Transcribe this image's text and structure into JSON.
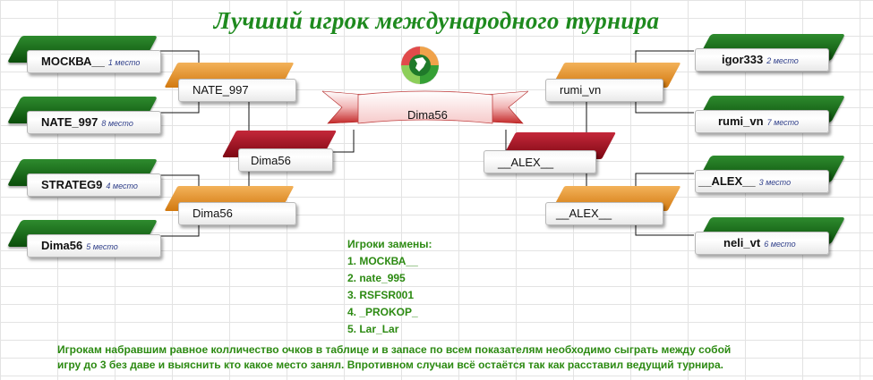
{
  "title": "Лучший игрок международного турнира",
  "players_left": [
    {
      "name": "МОСКВА__",
      "place": "1 место"
    },
    {
      "name": "NATE_997",
      "place": "8 место"
    },
    {
      "name": "STRATEG9",
      "place": "4 место"
    },
    {
      "name": "Dima56",
      "place": "5 место"
    }
  ],
  "players_right": [
    {
      "name": "igor333",
      "place": "2 место"
    },
    {
      "name": "rumi_vn",
      "place": "7 место"
    },
    {
      "name": "__ALEX__",
      "place": "3 место"
    },
    {
      "name": "neli_vt",
      "place": "6 место"
    }
  ],
  "round2_left": [
    "NATE_997",
    "Dima56"
  ],
  "round2_right": [
    "rumi_vn",
    "__ALEX__"
  ],
  "semi_left": "Dima56",
  "semi_right": "__ALEX__",
  "winner": "Dima56",
  "substitutes": {
    "title": "Игроки замены:",
    "items": [
      "1. МОСКВА__",
      "2. nate_995",
      "3. RSFSR001",
      "4. _PROKOP_",
      "5. Lar_Lar"
    ]
  },
  "note_line1": "Игрокам набравшим  равное колличество очков  в таблице и в запасе  по всем  показателям необходимо сыграть между собой",
  "note_line2": "игру до 3 без даве и выяснить кто  какое место  занял. Впротивном  случаи всё остаётся  так как расставил ведущий турнира.",
  "logo": "globe-icon"
}
